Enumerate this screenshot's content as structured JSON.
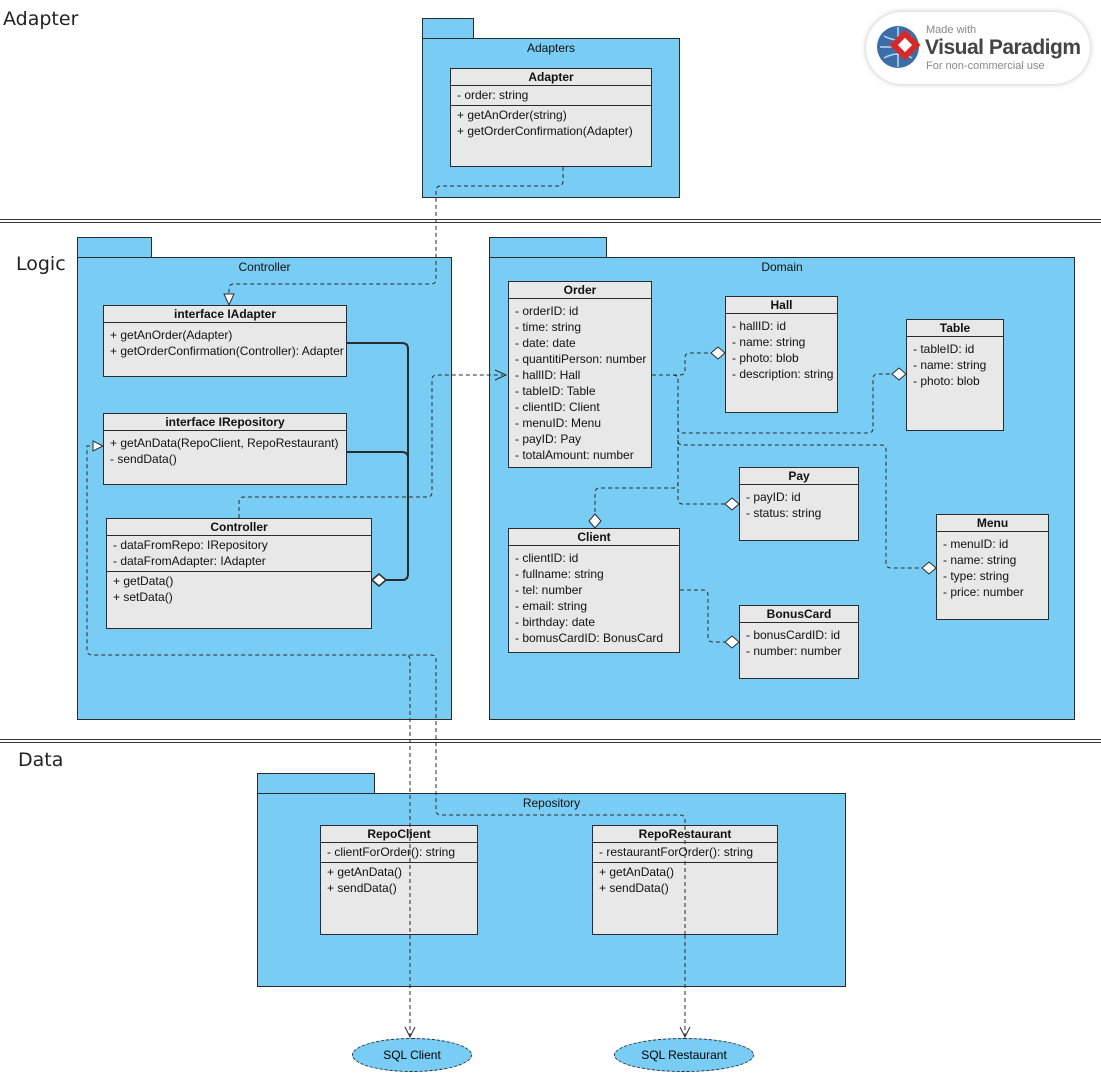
{
  "layers": {
    "adapter": "Adapter",
    "logic": "Logic",
    "data": "Data"
  },
  "watermark": {
    "small": "Made with",
    "brand": "Visual Paradigm",
    "note": "For non-commercial use"
  },
  "packages": {
    "adapters": "Adapters",
    "controller": "Controller",
    "domain": "Domain",
    "repository": "Repository"
  },
  "classes": {
    "adapter": {
      "name": "Adapter",
      "attrs": [
        "- order: string"
      ],
      "ops": [
        "+ getAnOrder(string)",
        "+ getOrderConfirmation(Adapter)"
      ]
    },
    "iadapter": {
      "name": "interface IAdapter",
      "ops": [
        "+ getAnOrder(Adapter)",
        "+ getOrderConfirmation(Controller): Adapter"
      ]
    },
    "irepository": {
      "name": "interface IRepository",
      "ops": [
        "+ getAnData(RepoClient, RepoRestaurant)",
        "- sendData()"
      ]
    },
    "controller": {
      "name": "Controller",
      "attrs": [
        "- dataFromRepo: IRepository",
        "- dataFromAdapter: IAdapter"
      ],
      "ops": [
        "+ getData()",
        "+ setData()"
      ]
    },
    "order": {
      "name": "Order",
      "attrs": [
        "- orderID: id",
        "- time: string",
        "- date: date",
        "- quantitiPerson: number",
        "- hallID: Hall",
        "- tableID: Table",
        "- clientID: Client",
        "- menuID: Menu",
        "- payID: Pay",
        "- totalAmount: number"
      ]
    },
    "hall": {
      "name": "Hall",
      "attrs": [
        "- hallID: id",
        "- name: string",
        "- photo: blob",
        "- description: string"
      ]
    },
    "table": {
      "name": "Table",
      "attrs": [
        "- tableID: id",
        "- name: string",
        "- photo: blob"
      ]
    },
    "pay": {
      "name": "Pay",
      "attrs": [
        "- payID: id",
        "- status: string"
      ]
    },
    "client": {
      "name": "Client",
      "attrs": [
        "- clientID: id",
        "- fullname: string",
        "- tel: number",
        "- email: string",
        "- birthday: date",
        "- bomusCardID: BonusCard"
      ]
    },
    "menu": {
      "name": "Menu",
      "attrs": [
        "- menuID: id",
        "- name: string",
        "- type: string",
        "- price: number"
      ]
    },
    "bonuscard": {
      "name": "BonusCard",
      "attrs": [
        "- bonusCardID: id",
        "- number: number"
      ]
    },
    "repoclient": {
      "name": "RepoClient",
      "attrs": [
        "- clientForOrder(): string"
      ],
      "ops": [
        "+ getAnData()",
        "+ sendData()"
      ]
    },
    "reporestaurant": {
      "name": "RepoRestaurant",
      "attrs": [
        "- restaurantForOrder(): string"
      ],
      "ops": [
        "+ getAnData()",
        "+ sendData()"
      ]
    }
  },
  "databases": {
    "sql_client": "SQL Client",
    "sql_restaurant": "SQL Restaurant"
  },
  "colors": {
    "package_fill": "#79ccf3",
    "class_fill": "#e8e8e8",
    "line": "#2b2b2b"
  }
}
